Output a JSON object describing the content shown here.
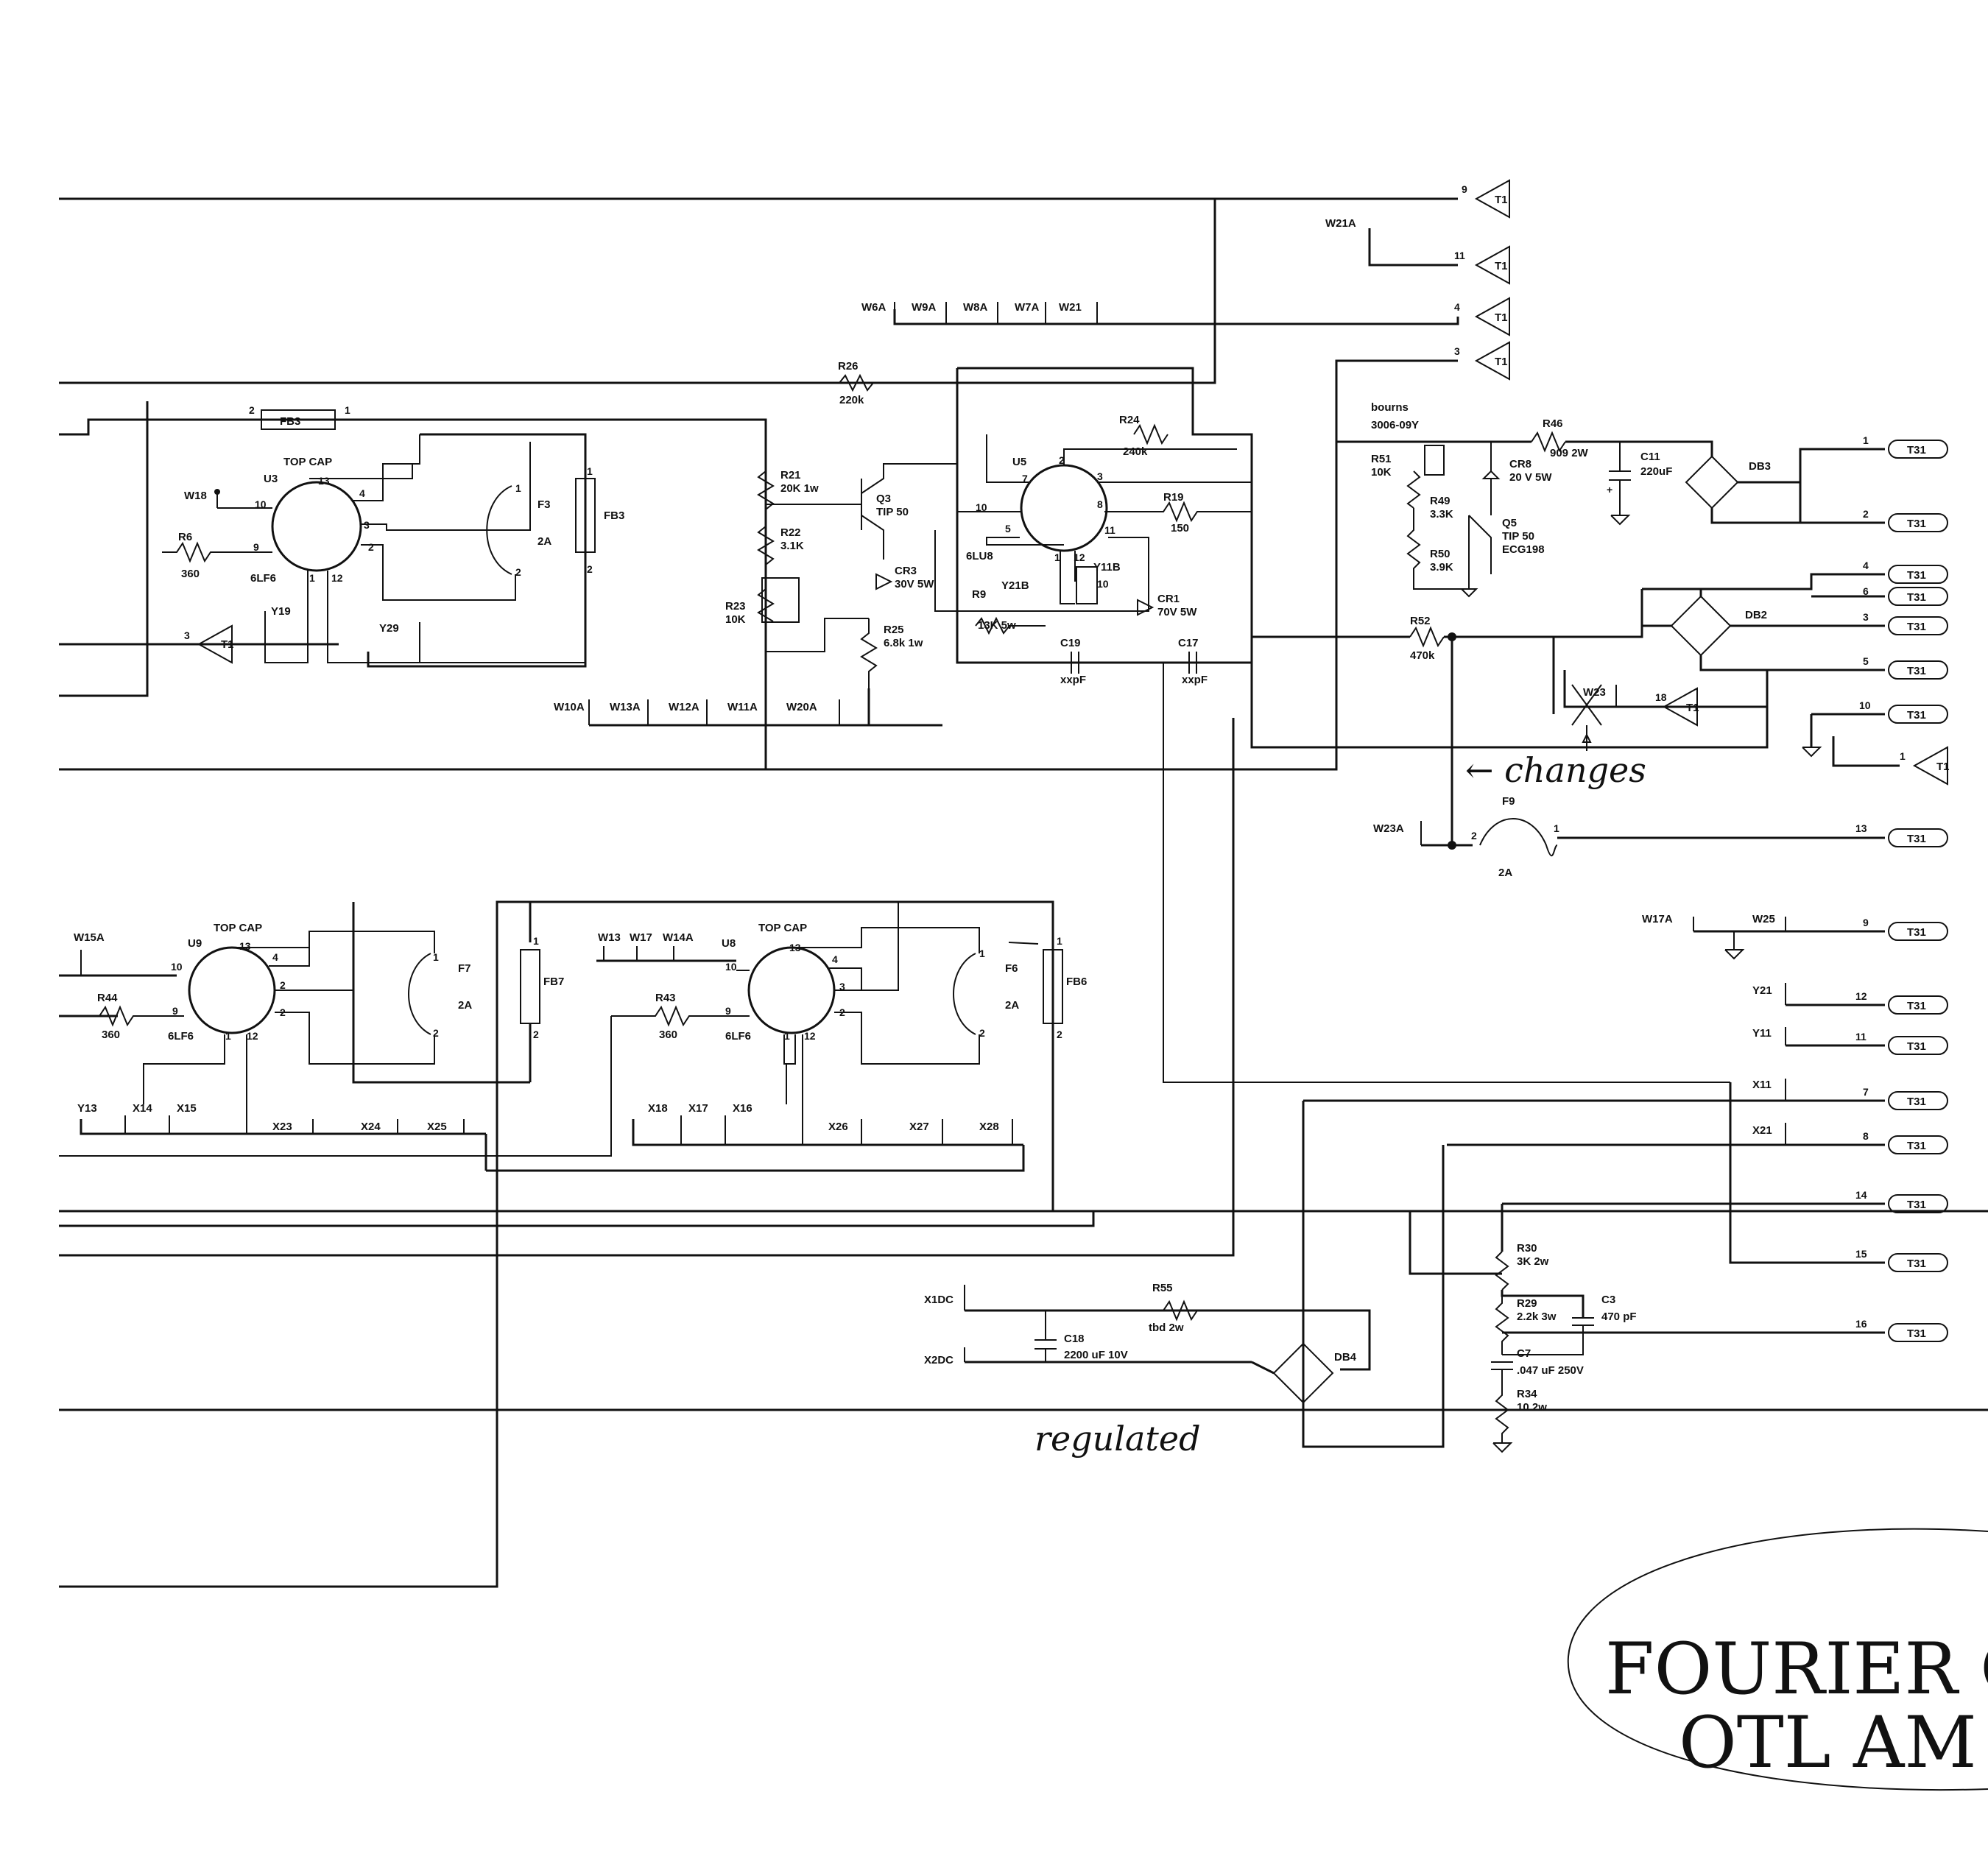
{
  "tube_top_caps": [
    "TOP CAP",
    "TOP CAP",
    "TOP CAP"
  ],
  "tubes": {
    "u3": {
      "ref": "U3",
      "type": "6LF6"
    },
    "u5": {
      "ref": "U5",
      "type": "6LU8"
    },
    "u8": {
      "ref": "U8",
      "type": "6LF6"
    },
    "u9": {
      "ref": "U9",
      "type": "6LF6"
    }
  },
  "resistors": {
    "r26": {
      "ref": "R26",
      "value": "220k"
    },
    "r24": {
      "ref": "R24",
      "value": "240k"
    },
    "r21": {
      "ref": "R21",
      "value": "20K 1w"
    },
    "r22": {
      "ref": "R22",
      "value": "3.1K"
    },
    "r23": {
      "ref": "R23",
      "value": "10K"
    },
    "r25": {
      "ref": "R25",
      "value": "6.8k 1w"
    },
    "r19": {
      "ref": "R19",
      "value": "150"
    },
    "r9": {
      "ref": "R9",
      "value": "13K 5w"
    },
    "r6": {
      "ref": "R6",
      "value": "360"
    },
    "r44": {
      "ref": "R44",
      "value": "360"
    },
    "r43": {
      "ref": "R43",
      "value": "360"
    },
    "r46": {
      "ref": "R46",
      "value": "909 2W"
    },
    "r51": {
      "ref": "R51",
      "value": "10K"
    },
    "r49": {
      "ref": "R49",
      "value": "3.3K"
    },
    "r50": {
      "ref": "R50",
      "value": "3.9K"
    },
    "r52": {
      "ref": "R52",
      "value": "470k"
    },
    "r55": {
      "ref": "R55",
      "value": "tbd 2w"
    },
    "r30": {
      "ref": "R30",
      "value": "3K 2w"
    },
    "r29": {
      "ref": "R29",
      "value": "2.2k 3w"
    },
    "r34": {
      "ref": "R34",
      "value": "10 2w"
    }
  },
  "capacitors": {
    "c19": {
      "ref": "C19",
      "value": "xxpF"
    },
    "c17": {
      "ref": "C17",
      "value": "xxpF"
    },
    "c11": {
      "ref": "C11",
      "value": "220uF"
    },
    "c18": {
      "ref": "C18",
      "value": "2200 uF 10V"
    },
    "c3": {
      "ref": "C3",
      "value": "470 pF"
    },
    "c7": {
      "ref": "C7",
      "value": ".047 uF 250V"
    }
  },
  "semis": {
    "q3": {
      "ref": "Q3",
      "value": "TIP 50"
    },
    "q5": {
      "ref": "Q5",
      "value": "TIP 50"
    },
    "q5_alt": "ECG198",
    "cr3": {
      "ref": "CR3",
      "value": "30V 5W"
    },
    "cr1": {
      "ref": "CR1",
      "value": "70V 5W"
    },
    "cr8": {
      "ref": "CR8",
      "value": "20 V 5W"
    },
    "db3": "DB3",
    "db2": "DB2",
    "db4": "DB4"
  },
  "fuses": {
    "fb3a": "FB3",
    "fb3b": "FB3",
    "f3": {
      "ref": "F3",
      "value": "2A"
    },
    "f7": {
      "ref": "F7",
      "value": "2A"
    },
    "f6": {
      "ref": "F6",
      "value": "2A"
    },
    "f9": {
      "ref": "F9",
      "value": "2A"
    },
    "fb7": "FB7",
    "fb6": "FB6"
  },
  "bourns": {
    "line1": "bourns",
    "line2": "3006-09Y"
  },
  "wire_labels": {
    "w21a": "W21A",
    "w6a": "W6A",
    "w9a": "W9A",
    "w8a": "W8A",
    "w7a": "W7A",
    "w21": "W21",
    "w18": "W18",
    "y19": "Y19",
    "y29": "Y29",
    "y21b": "Y21B",
    "y11b": "Y11B",
    "w10a": "W10A",
    "w13a": "W13A",
    "w12a": "W12A",
    "w11a": "W11A",
    "w20a": "W20A",
    "w23": "W23",
    "w23a": "W23A",
    "w15a": "W15A",
    "w13": "W13",
    "w17": "W17",
    "w14a": "W14A",
    "y13": "Y13",
    "x14": "X14",
    "x15": "X15",
    "x23": "X23",
    "x24": "X24",
    "x25": "X25",
    "x18": "X18",
    "x17": "X17",
    "x16": "X16",
    "x26": "X26",
    "x27": "X27",
    "x28": "X28",
    "w17a": "W17A",
    "w25": "W25",
    "y21": "Y21",
    "y11": "Y11",
    "x11": "X11",
    "x21": "X21",
    "x1dc": "X1DC",
    "x2dc": "X2DC"
  },
  "connector_label": "T31",
  "triangle_label": "T1",
  "annotations": {
    "changes": "← changes",
    "regulated": "regulated",
    "title_line1": "FOURIER COMPO",
    "title_line2": "OTL AM"
  },
  "colors": {
    "ink": "#111111",
    "paper": "#ffffff"
  }
}
